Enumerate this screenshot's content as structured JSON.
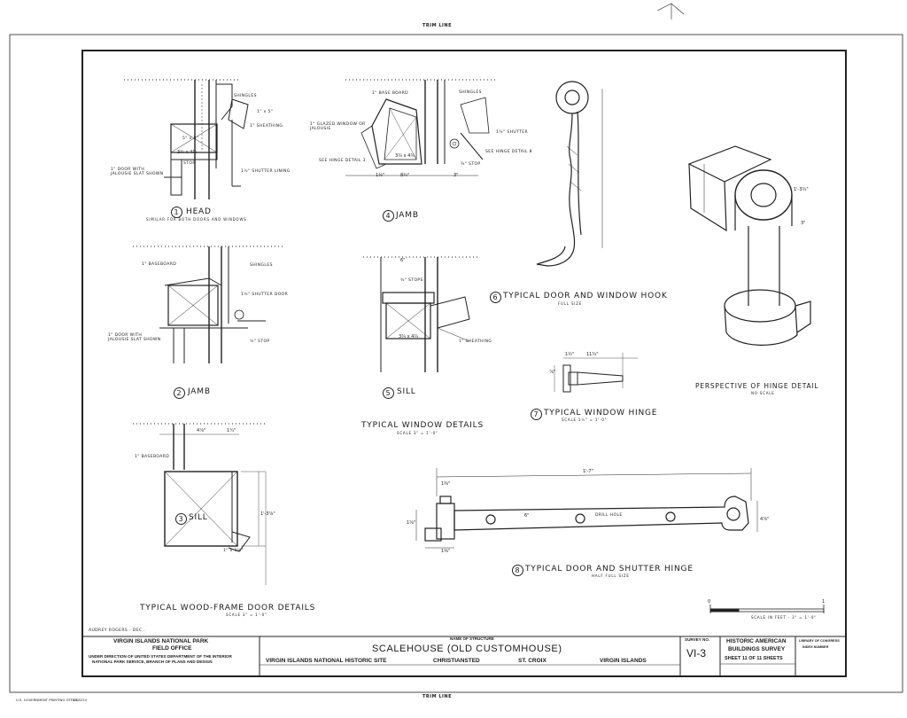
{
  "trim_line": {
    "top": "TRIM LINE",
    "bottom": "TRIM LINE"
  },
  "details": {
    "head": {
      "num": "1",
      "title": "HEAD",
      "sub": "SIMILAR FOR BOTH DOORS AND WINDOWS"
    },
    "jamb_window": {
      "num": "4",
      "title": "JAMB"
    },
    "hook": {
      "num": "6",
      "title": "TYPICAL DOOR AND WINDOW HOOK",
      "sub": "FULL SIZE"
    },
    "jamb_door": {
      "num": "2",
      "title": "JAMB"
    },
    "sill_window": {
      "num": "5",
      "title": "SILL"
    },
    "window_hinge": {
      "num": "7",
      "title": "TYPICAL WINDOW HINGE",
      "sub": "SCALE 1½\" = 1'-0\""
    },
    "sill_door": {
      "num": "3",
      "title": "SILL"
    },
    "shutter_hinge": {
      "num": "8",
      "title": "TYPICAL DOOR AND SHUTTER HINGE",
      "sub": "HALF FULL SIZE"
    },
    "perspective": {
      "title": "PERSPECTIVE OF HINGE DETAIL",
      "sub": "NO SCALE"
    }
  },
  "group_titles": {
    "window": {
      "title": "TYPICAL WINDOW DETAILS",
      "scale": "SCALE 3\" = 1'-0\""
    },
    "door": {
      "title": "TYPICAL WOOD-FRAME DOOR DETAILS",
      "scale": "SCALE 3\" = 1'-0\""
    }
  },
  "notes": {
    "shingles1": "SHINGLES",
    "size1": "1\" x 5\"",
    "sheathing1": "1\" SHEATHING",
    "door_jalousie1": "1\" DOOR WITH JALOUSIE SLAT SHOWN",
    "stop1": "STOP",
    "shutter_lining": "1½\" SHUTTER LINING",
    "size2": "5\" x 5\"",
    "baseboard4": "1\" BASE BOARD",
    "shingles4": "SHINGLES",
    "glazed": "1\" GLAZED WINDOW OR JALOUSIE",
    "shutter4": "1½\" SHUTTER",
    "hinge_detail_a": "SEE HINGE DETAIL 3",
    "hinge_detail_b": "SEE HINGE DETAIL 8",
    "stop4": "¾\" STOP",
    "baseboard2": "1\" BASEBOARD",
    "shingles2": "SHINGLES",
    "shutter_door": "1½\" SHUTTER DOOR",
    "door_jalousie2": "1\" DOOR WITH JALOUSIE SLAT SHOWN",
    "stop2": "¾\" STOP",
    "stops5": "¾\" STOPS",
    "sheathing5": "1\" SHEATHING",
    "baseboard3": "1\" BASEBOARD",
    "size3": "1\" x 3½\"",
    "drawn_by": "AUDREY ROGERS - DEC..",
    "drill": "DRILL HOLE"
  },
  "dims": {
    "d1": "3¾ x 4¾",
    "d2": "1⅜\"",
    "d3": "8¾\"",
    "d4": "3\"",
    "d5": "3¾ x 4¾",
    "d6": "6\"",
    "d7": "3¾ x 4¾",
    "d8": "4⅞\"",
    "d9": "1'-3⅞\"",
    "d10": "1¼\"",
    "d11": "⅞\"",
    "d12": "11¾\"",
    "d13": "1½\"",
    "d14": "1'-7\"",
    "d15": "1⅜\"",
    "d16": "6\"",
    "d17": "4⅞\"",
    "d18": "1'-3¾\"",
    "d19": "3\"",
    "d20": "1⅜\"",
    "d21": "1⅝\""
  },
  "scale_bar": {
    "start": "0",
    "end": "1",
    "caption": "SCALE IN FEET - 3\" = 1'-0\""
  },
  "title_block": {
    "org_line1": "VIRGIN ISLANDS NATIONAL PARK",
    "org_line2": "FIELD OFFICE",
    "org_line3": "UNDER DIRECTION OF UNITED STATES DEPARTMENT OF THE INTERIOR",
    "org_line4": "NATIONAL PARK SERVICE, BRANCH OF PLANS AND DESIGN",
    "name_label": "NAME OF STRUCTURE",
    "structure": "SCALEHOUSE   (OLD CUSTOMHOUSE)",
    "site": "VIRGIN ISLANDS NATIONAL HISTORIC SITE",
    "town": "CHRISTIANSTED",
    "island": "ST. CROIX",
    "territory": "VIRGIN ISLANDS",
    "survey_label": "SURVEY NO.",
    "survey_no": "VI-3",
    "habs_line1": "HISTORIC AMERICAN",
    "habs_line2": "BUILDINGS SURVEY",
    "sheet": "SHEET 11 OF 11 SHEETS",
    "loc1": "LIBRARY OF CONGRESS",
    "loc2": "INDEX NUMBER"
  },
  "footer": {
    "printer": "U.S. GOVERNMENT PRINTING OFFICE",
    "code": "16-8234"
  }
}
